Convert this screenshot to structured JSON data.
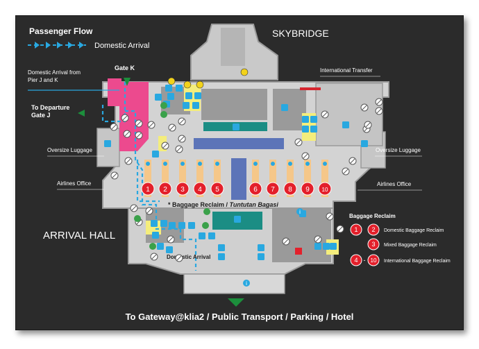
{
  "legend": {
    "title": "Passenger Flow",
    "domestic_arrival": "Domestic Arrival"
  },
  "top_label": "SKYBRIDGE",
  "labels": {
    "domestic_from_pier_line1": "Domestic Arrival from",
    "domestic_from_pier_line2": "Pier J and K",
    "gate_k": "Gate K",
    "to_departure_line1": "To Departure",
    "to_departure_line2": "Gate J",
    "oversize_left": "Oversize Luggage",
    "airlines_left": "Airlines Office",
    "arrival_hall": "ARRIVAL HALL",
    "international_transfer": "International Transfer",
    "oversize_right": "Oversize Luggage",
    "airlines_right": "Airlines Office",
    "baggage_reclaim_prefix": "* Baggage Reclaim / ",
    "baggage_reclaim_malay": "Tuntutan Bagasi",
    "domestic_arrival_area": "Domestic Arrival",
    "bottom_banner": "To Gateway@klia2 / Public Transport / Parking / Hotel"
  },
  "carousels": [
    "1",
    "2",
    "3",
    "4",
    "5",
    "6",
    "7",
    "8",
    "9",
    "10"
  ],
  "baggage_legend": {
    "title": "Baggage Reclaim",
    "domestic": {
      "from": "1",
      "to": "2",
      "label": "Domestic Baggage Reclaim"
    },
    "mixed": {
      "num": "3",
      "label": "Mixed Baggage Reclaim"
    },
    "international": {
      "from": "4",
      "dash": "-",
      "to": "10",
      "label": "International Baggage Reclaim"
    }
  },
  "colors": {
    "background": "#2b2b2b",
    "floor": "#d3d3d3",
    "walls": "#9a9a9a",
    "carousel_red": "#e3202b",
    "flow_blue": "#29a8e0",
    "pink": "#ec4a8e",
    "teal": "#1b8d84",
    "blue_area": "#5c74b8",
    "yellow": "#f4ed7c",
    "arrow_green": "#1c8f3c"
  },
  "icons": [
    "lift-icon",
    "toilet-icon",
    "info-icon",
    "baby-room-icon",
    "accessible-toilet-icon",
    "no-smoking-icon"
  ]
}
